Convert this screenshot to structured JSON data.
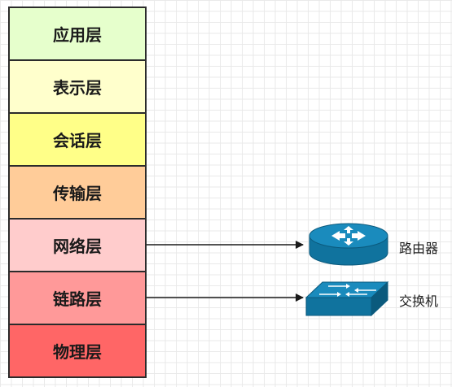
{
  "layers": [
    {
      "label": "应用层",
      "color": "#e6ffcc"
    },
    {
      "label": "表示层",
      "color": "#ffffcc"
    },
    {
      "label": "会话层",
      "color": "#ffff88"
    },
    {
      "label": "传输层",
      "color": "#ffcc99"
    },
    {
      "label": "网络层",
      "color": "#ffcccc"
    },
    {
      "label": "链路层",
      "color": "#ff9999"
    },
    {
      "label": "物理层",
      "color": "#ff6666"
    }
  ],
  "devices": {
    "router": {
      "label": "路由器",
      "icon": "router-icon",
      "color": "#10739e",
      "connects_to": "网络层"
    },
    "switch": {
      "label": "交换机",
      "icon": "switch-icon",
      "color": "#10739e",
      "connects_to": "链路层"
    }
  }
}
